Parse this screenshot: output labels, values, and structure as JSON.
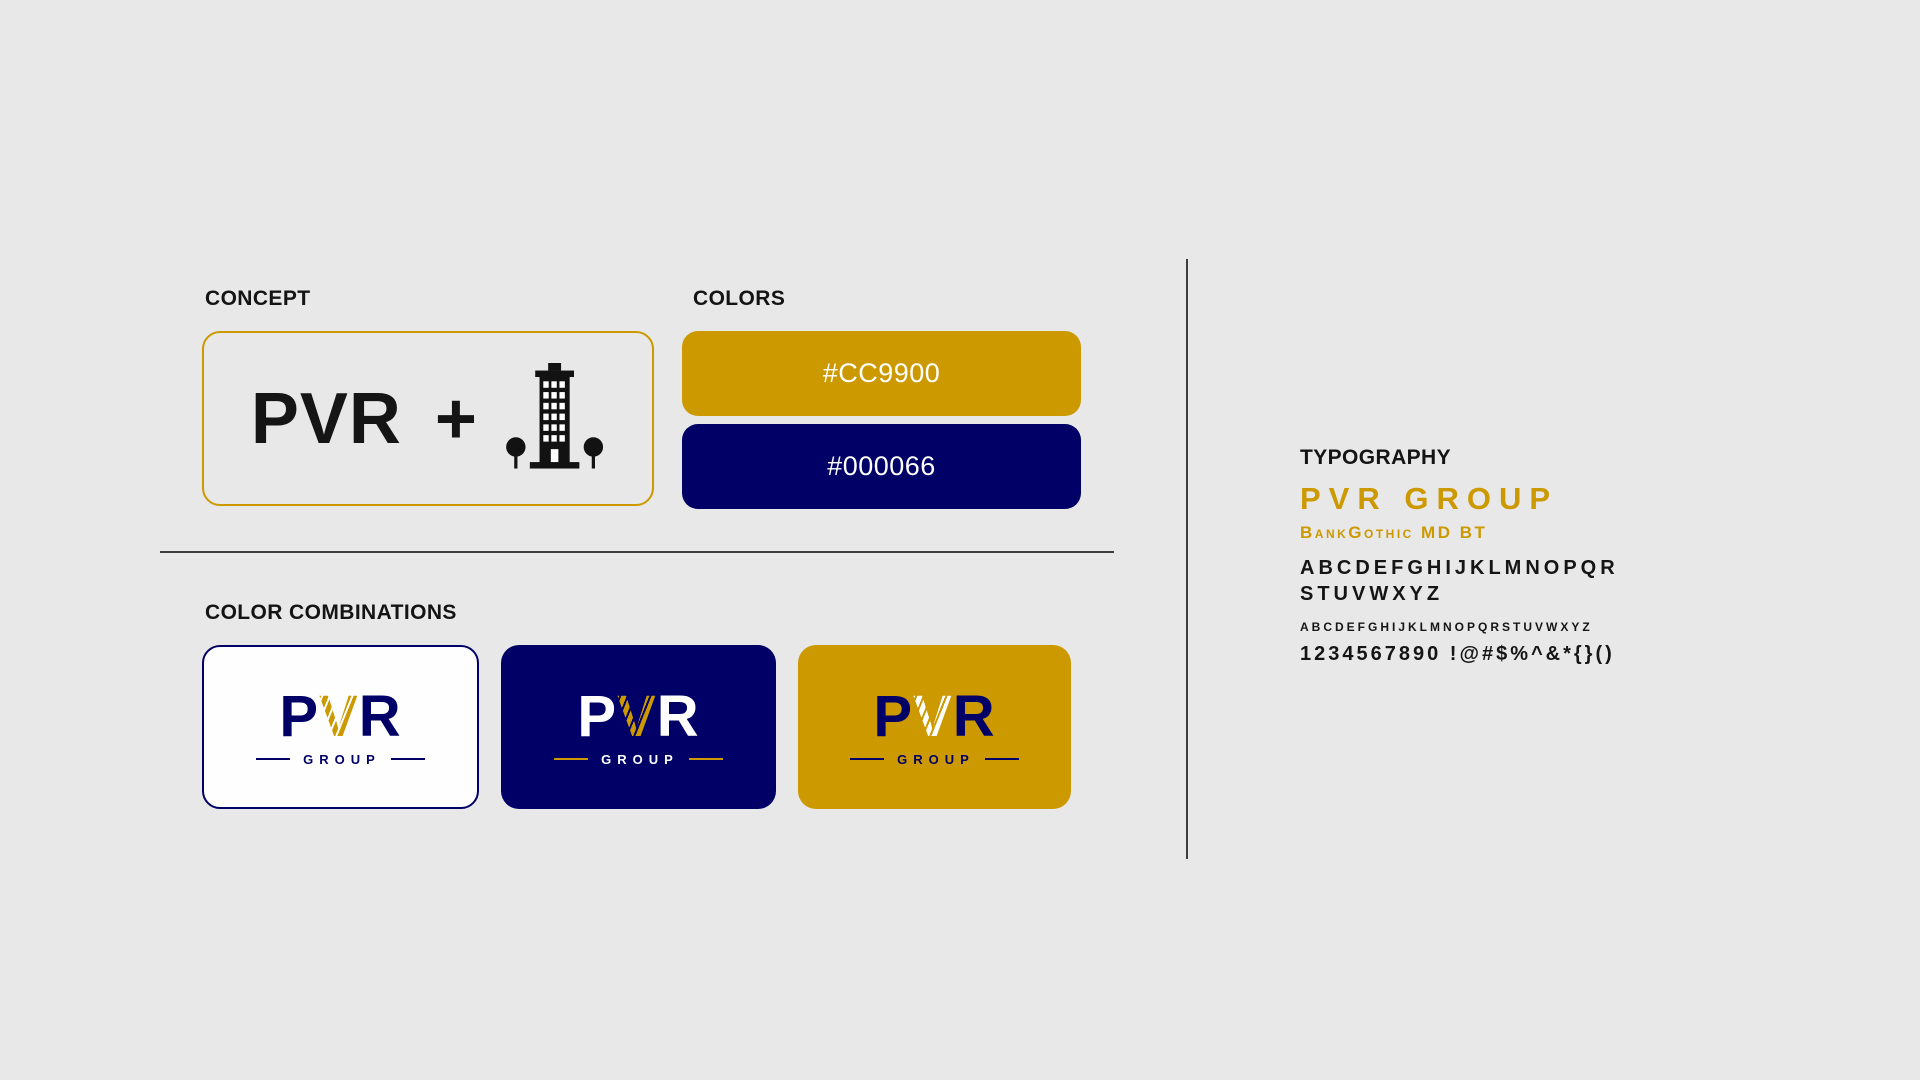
{
  "page": {
    "background": "#E9E8E8",
    "text_dark": "#151515"
  },
  "concept": {
    "heading": "CONCEPT",
    "formula": "PVR +",
    "icon": "building-icon",
    "border_color": "#CC9900"
  },
  "colors": {
    "heading": "COLORS",
    "swatches": [
      {
        "label": "#CC9900",
        "hex": "#CC9900"
      },
      {
        "label": "#000066",
        "hex": "#000066"
      }
    ]
  },
  "combinations": {
    "heading": "COLOR COMBINATIONS",
    "cards": [
      {
        "name": "light",
        "background": "#FFFFFF",
        "border": "#000066",
        "p": "P",
        "v": "V",
        "r": "R",
        "group": "GROUP",
        "pr_color": "#000066",
        "v_color": "#CC9900",
        "group_color": "#000066"
      },
      {
        "name": "navy",
        "background": "#000066",
        "p": "P",
        "v": "V",
        "r": "R",
        "group": "GROUP",
        "pr_color": "#FFFFFF",
        "v_color": "#CC9900",
        "group_color": "#FFFFFF"
      },
      {
        "name": "gold",
        "background": "#CC9900",
        "p": "P",
        "v": "V",
        "r": "R",
        "group": "GROUP",
        "pr_color": "#000066",
        "v_color": "#FFFFFF",
        "group_color": "#000066"
      }
    ]
  },
  "typography": {
    "heading": "TYPOGRAPHY",
    "brand_name": "PVR GROUP",
    "brand_color": "#CC9900",
    "font_name": "BankGothic MD BT",
    "uppercase_line1": "ABCDEFGHIJKLMNOPQR",
    "uppercase_line2": "STUVWXYZ",
    "lowercase_line": "abcdefghijklmnopqrstuvwxyz",
    "numerals_line": "1234567890 !@#$%^&*{}()"
  }
}
